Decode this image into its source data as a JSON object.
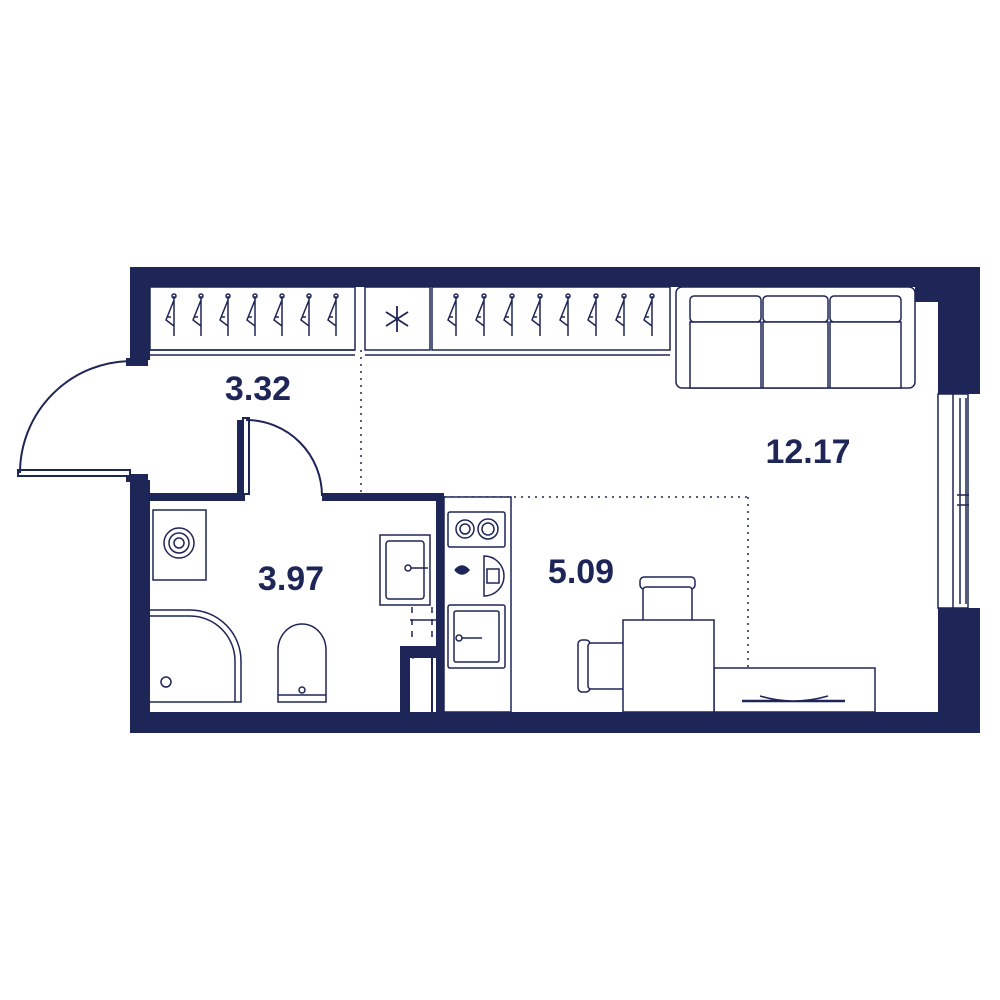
{
  "colors": {
    "wall": "#1e2557",
    "line": "#1e2557",
    "background": "#ffffff"
  },
  "rooms": {
    "hallway": {
      "area": "3.32"
    },
    "living": {
      "area": "12.17"
    },
    "bathroom": {
      "area": "3.97"
    },
    "kitchen": {
      "area": "5.09"
    }
  },
  "icons": [
    "hanger-icon",
    "snowflake-icon",
    "sofa-icon",
    "washing-machine-icon",
    "shower-icon",
    "toilet-icon",
    "sink-icon",
    "stove-icon",
    "oven-icon",
    "table-icon",
    "chair-icon",
    "window-icon",
    "door-icon"
  ]
}
